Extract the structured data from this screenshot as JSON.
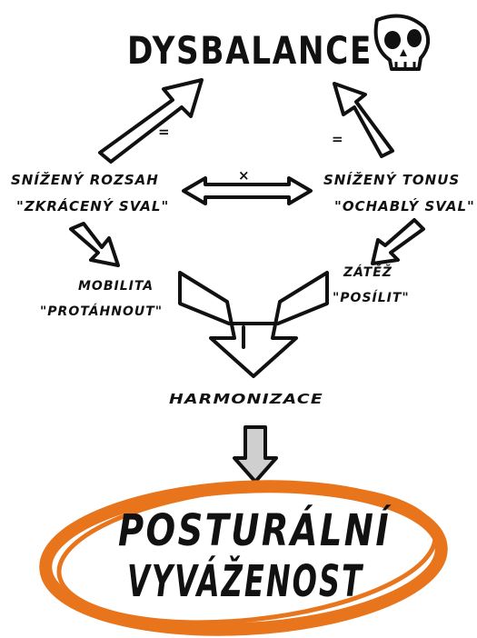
{
  "diagram": {
    "title": "DYSBALANCE",
    "left": {
      "line1": "SNÍŽENÝ ROZSAH",
      "line2": "\"ZKRÁCENÝ SVAL\""
    },
    "right": {
      "line1": "SNÍŽENÝ TONUS",
      "line2": "\"OCHABLÝ SVAL\""
    },
    "cross_mark": "×",
    "equals_left": "=",
    "equals_right": "=",
    "mobility": {
      "line1": "MOBILITA",
      "line2": "\"PROTÁHNOUT\""
    },
    "load": {
      "line1": "ZÁTĚŽ",
      "line2": "\"POSÍLIT\""
    },
    "harmonization": "HARMONIZACE",
    "result": {
      "line1": "POSTURÁLNÍ",
      "line2": "VYVÁŽENOST"
    },
    "accent_color": "#e8741c",
    "icons": [
      "skull-icon"
    ]
  }
}
